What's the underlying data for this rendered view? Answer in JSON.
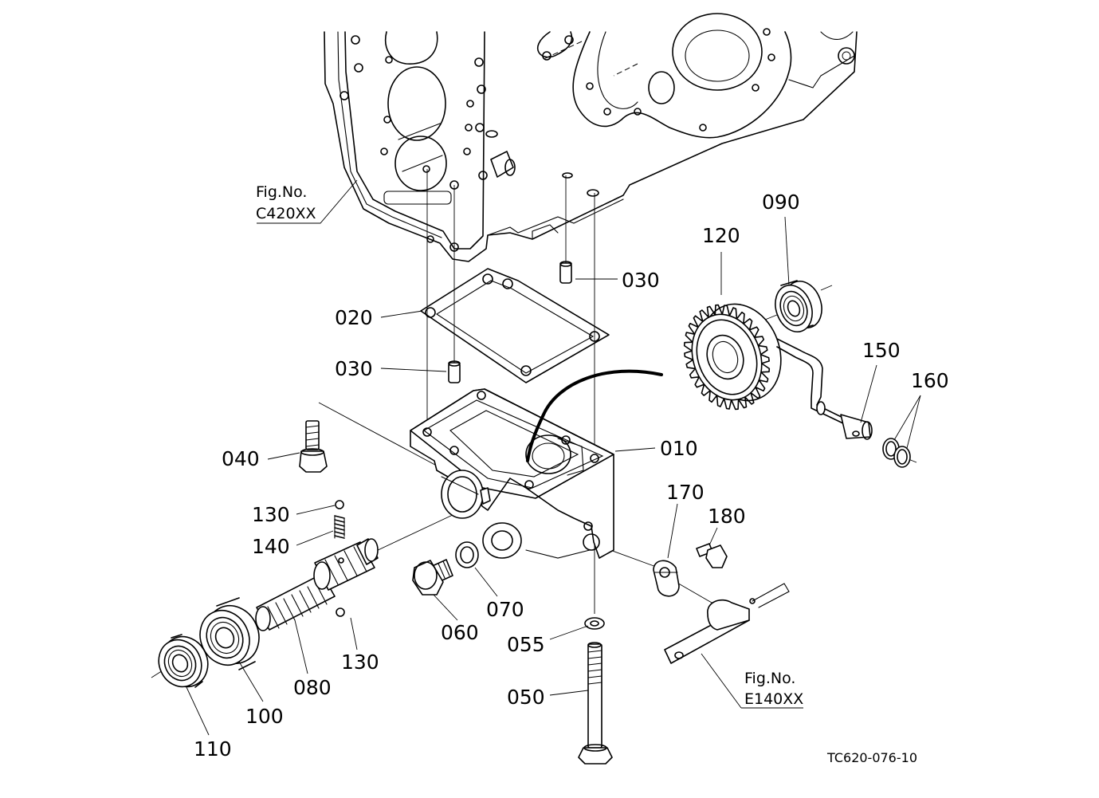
{
  "figure_refs": [
    {
      "line1": "Fig.No.",
      "line2": "C420XX"
    },
    {
      "line1": "Fig.No.",
      "line2": "E140XX"
    }
  ],
  "parts": {
    "p010": "010",
    "p020": "020",
    "p030a": "030",
    "p030b": "030",
    "p040": "040",
    "p050": "050",
    "p055": "055",
    "p060": "060",
    "p070": "070",
    "p080": "080",
    "p090": "090",
    "p100": "100",
    "p110": "110",
    "p120": "120",
    "p130a": "130",
    "p130b": "130",
    "p140": "140",
    "p150": "150",
    "p160": "160",
    "p170": "170",
    "p180": "180"
  },
  "drawing_code": "TC620-076-10"
}
